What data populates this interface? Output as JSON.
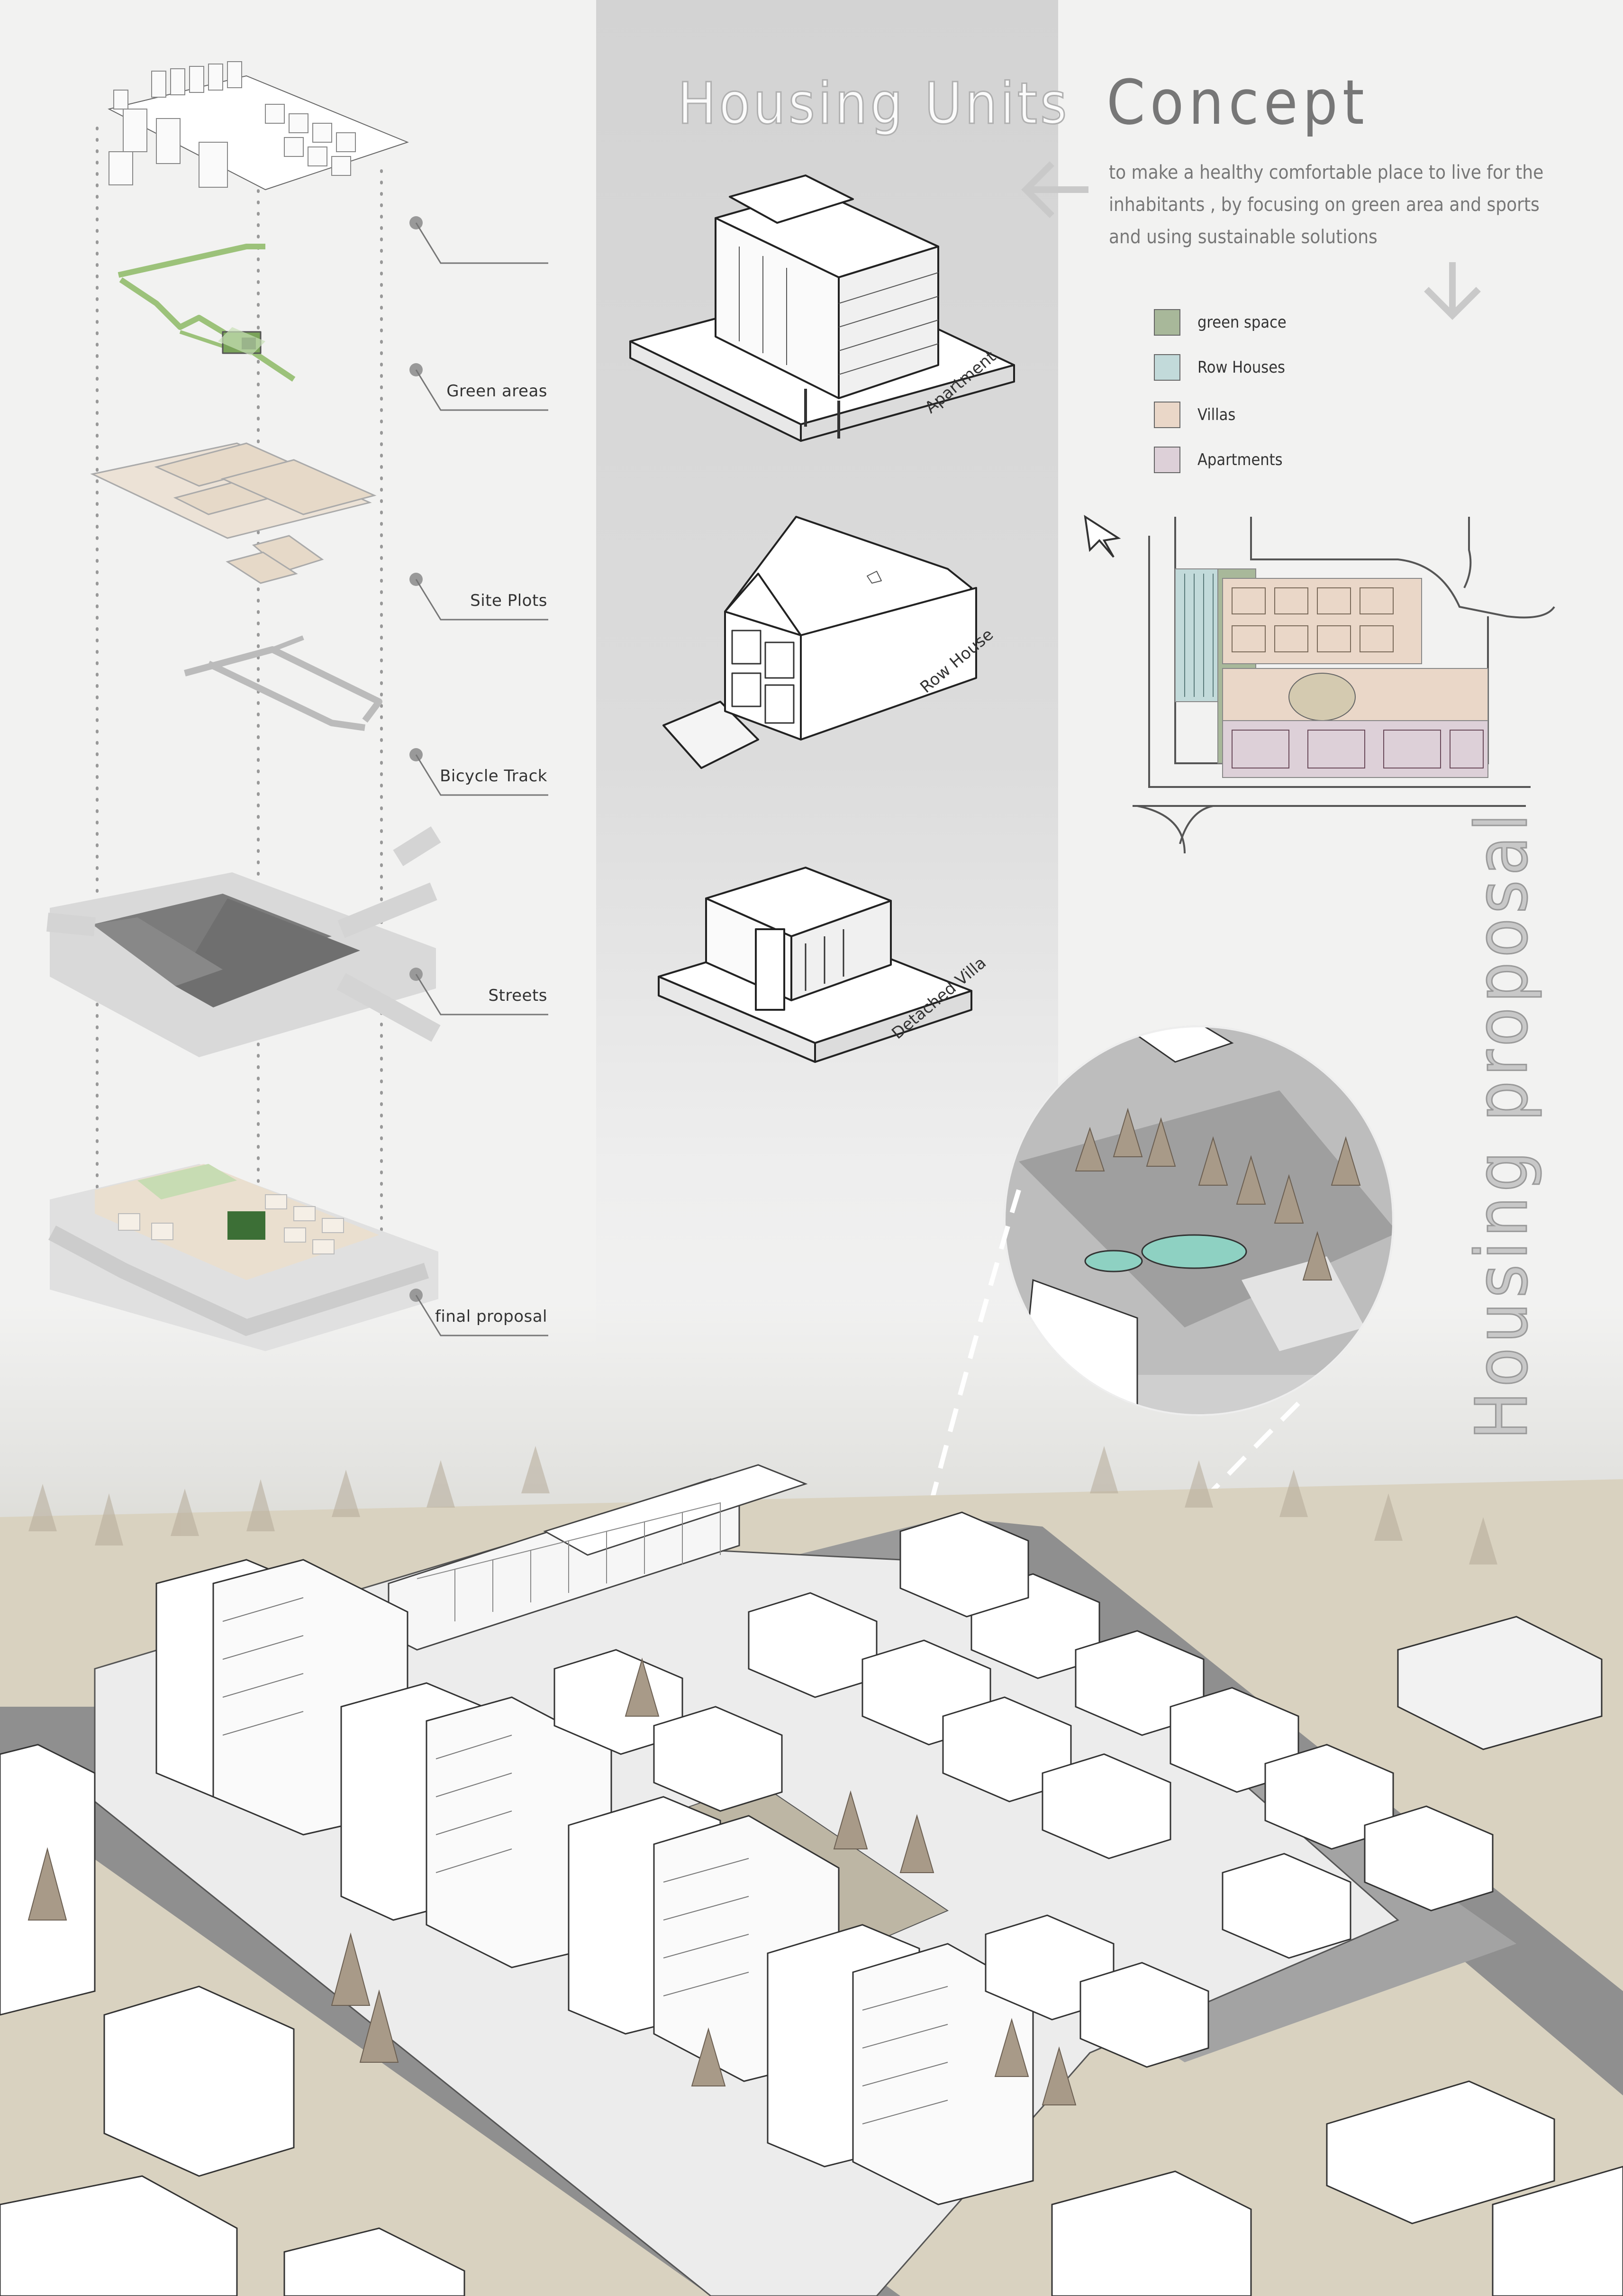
{
  "header": {
    "housing_units_title": "Housing Units",
    "concept_title": "Concept",
    "concept_text": "to make a healthy comfortable place to live for the inhabitants , by focusing on green area and sports and using sustainable solutions",
    "vertical_title": "Housing proposal"
  },
  "layers": [
    {
      "label": ""
    },
    {
      "label": "Green areas"
    },
    {
      "label": "Site Plots"
    },
    {
      "label": "Bicycle Track"
    },
    {
      "label": "Streets"
    },
    {
      "label": "final proposal"
    }
  ],
  "units": [
    {
      "label": "Apartment"
    },
    {
      "label": "Row House"
    },
    {
      "label": "Detached Villa"
    }
  ],
  "legend": [
    {
      "label": "green space",
      "color": "#a8b89a"
    },
    {
      "label": "Row Houses",
      "color": "#c2dada"
    },
    {
      "label": "Villas",
      "color": "#ead7c8"
    },
    {
      "label": "Apartments",
      "color": "#ddd0d8"
    }
  ],
  "colors": {
    "background": "#f2f2f1",
    "gray_band": "#d9d9d9",
    "ground_beige": "#d9d2c0",
    "street_gray": "#8f8f8f",
    "green_layer": "#9cc27a",
    "plot_beige": "#ece2d6",
    "water": "#8ed1c2"
  },
  "icons": [
    "arrow-left-icon",
    "arrow-down-icon",
    "north-arrow-icon"
  ]
}
